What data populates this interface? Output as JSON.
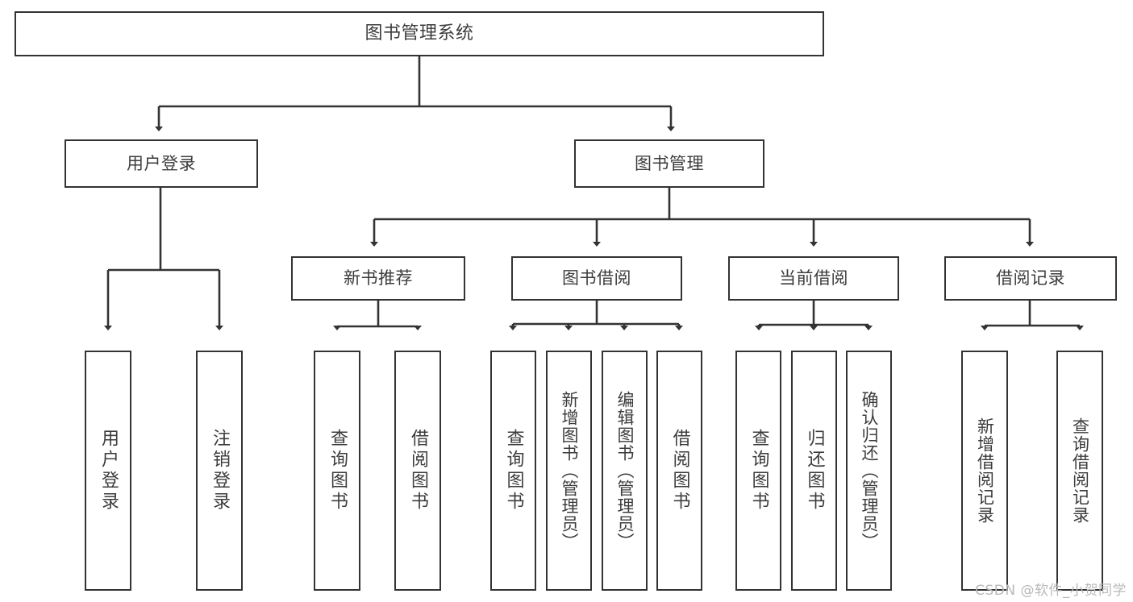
{
  "diagram": {
    "title": "图书管理系统",
    "type": "tree-hierarchy-diagram",
    "root": {
      "label": "图书管理系统"
    },
    "level2": [
      {
        "label": "用户登录"
      },
      {
        "label": "图书管理"
      }
    ],
    "level3": [
      {
        "label": "新书推荐"
      },
      {
        "label": "图书借阅"
      },
      {
        "label": "当前借阅"
      },
      {
        "label": "借阅记录"
      }
    ],
    "leaves": {
      "user_login": [
        {
          "label": "用户登录"
        },
        {
          "label": "注销登录"
        }
      ],
      "new_book_recommend": [
        {
          "label": "查询图书"
        },
        {
          "label": "借阅图书"
        }
      ],
      "book_borrow": [
        {
          "label": "查询图书"
        },
        {
          "label": "新增图书（管理员）"
        },
        {
          "label": "编辑图书（管理员）"
        },
        {
          "label": "借阅图书"
        }
      ],
      "current_borrow": [
        {
          "label": "查询图书"
        },
        {
          "label": "归还图书"
        },
        {
          "label": "确认归还（管理员）"
        }
      ],
      "borrow_record": [
        {
          "label": "新增借阅记录"
        },
        {
          "label": "查询借阅记录"
        }
      ]
    }
  },
  "watermark": {
    "text": "CSDN @软件_小贺同学"
  },
  "colors": {
    "box_border": "#333333",
    "text": "#3c3c3c",
    "connector": "#333333",
    "background": "#ffffff",
    "watermark": "#b9b9b9"
  }
}
